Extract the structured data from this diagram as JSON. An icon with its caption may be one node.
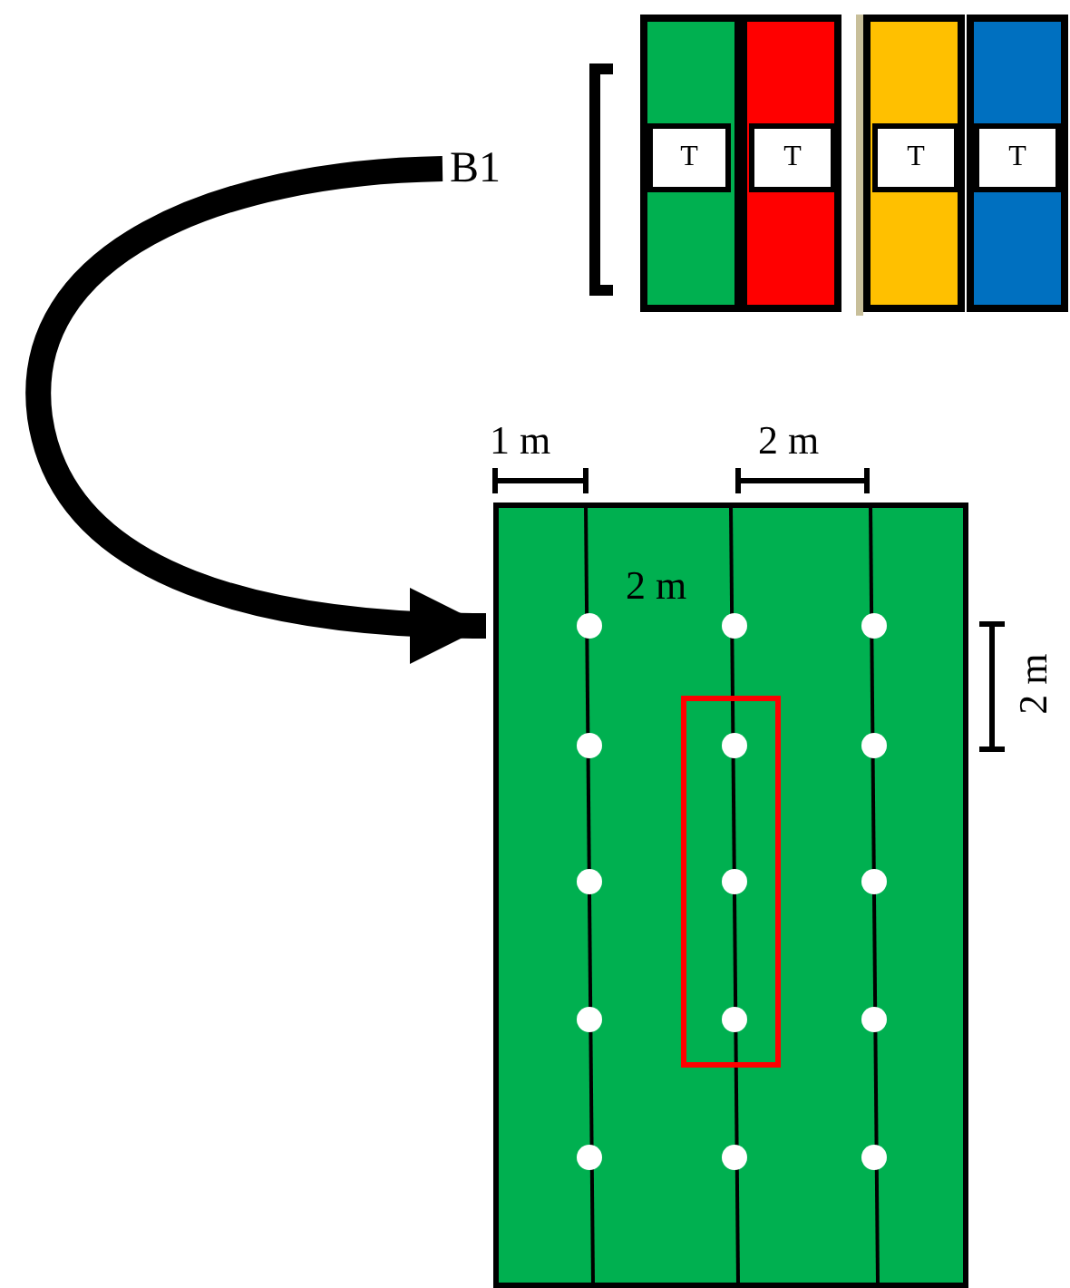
{
  "diagram": {
    "nodes": [
      {
        "text": [
          "B1"
        ]
      },
      {
        "text": [
          "T"
        ]
      },
      {
        "text": [
          "T"
        ]
      },
      {
        "text": [
          "T"
        ]
      },
      {
        "text": [
          "T"
        ]
      },
      {
        "text": [],
        "shape": "box"
      }
    ],
    "edges": [
      {
        "from": 0,
        "to": 5,
        "arrow": "to"
      }
    ],
    "labels": [
      "1 m",
      "2 m",
      "2 m",
      "2 m"
    ]
  }
}
